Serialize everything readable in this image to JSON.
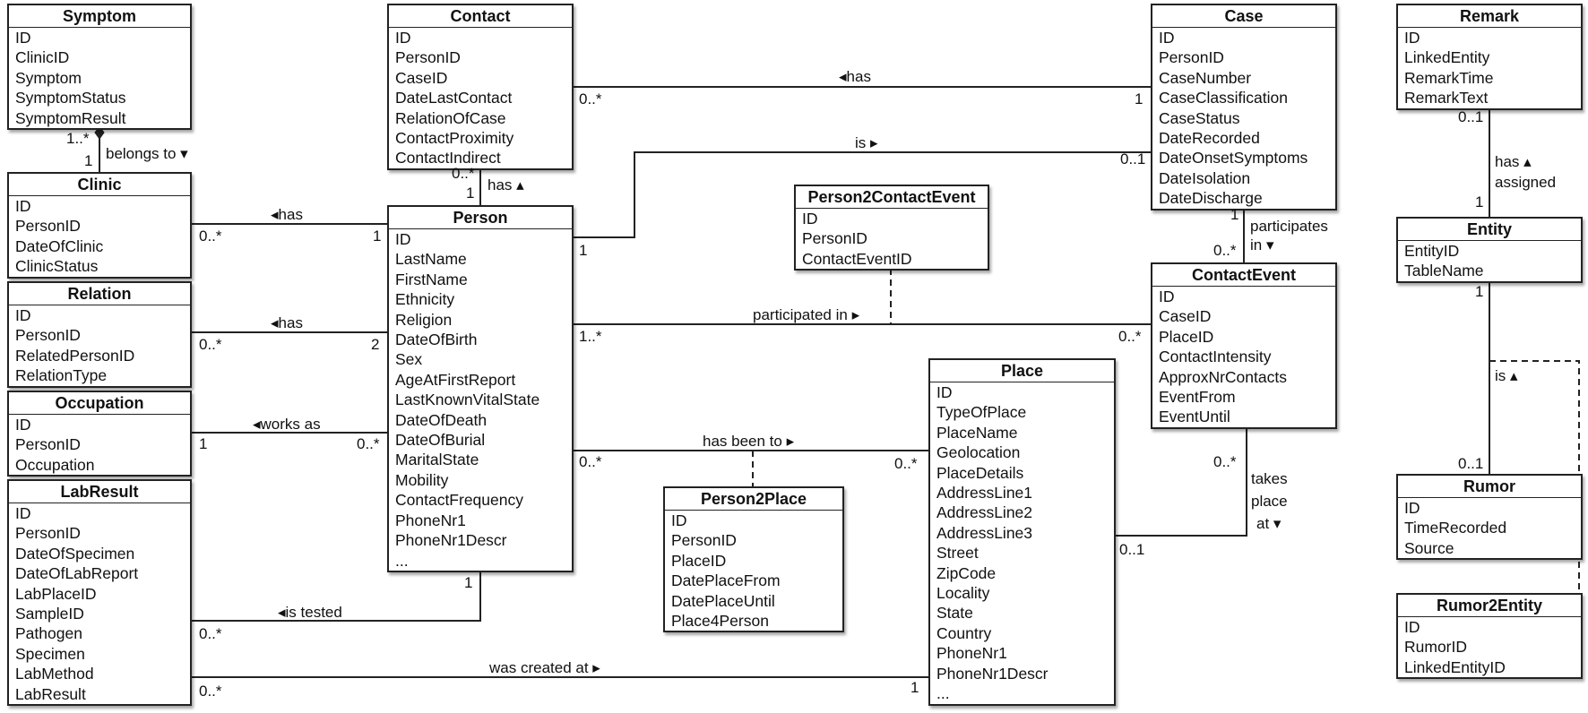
{
  "entities": [
    {
      "id": "symptom",
      "title": "Symptom",
      "attrs": [
        "ID",
        "ClinicID",
        "Symptom",
        "SymptomStatus",
        "SymptomResult"
      ]
    },
    {
      "id": "clinic",
      "title": "Clinic",
      "attrs": [
        "ID",
        "PersonID",
        "DateOfClinic",
        "ClinicStatus"
      ]
    },
    {
      "id": "relation",
      "title": "Relation",
      "attrs": [
        "ID",
        "PersonID",
        "RelatedPersonID",
        "RelationType"
      ]
    },
    {
      "id": "occupation",
      "title": "Occupation",
      "attrs": [
        "ID",
        "PersonID",
        "Occupation"
      ]
    },
    {
      "id": "labresult",
      "title": "LabResult",
      "attrs": [
        "ID",
        "PersonID",
        "DateOfSpecimen",
        "DateOfLabReport",
        "LabPlaceID",
        "SampleID",
        "Pathogen",
        "Specimen",
        "LabMethod",
        "LabResult"
      ]
    },
    {
      "id": "contact",
      "title": "Contact",
      "attrs": [
        "ID",
        "PersonID",
        "CaseID",
        "DateLastContact",
        "RelationOfCase",
        "ContactProximity",
        "ContactIndirect"
      ]
    },
    {
      "id": "person",
      "title": "Person",
      "attrs": [
        "ID",
        "LastName",
        "FirstName",
        "Ethnicity",
        "Religion",
        "DateOfBirth",
        "Sex",
        "AgeAtFirstReport",
        "LastKnownVitalState",
        "DateOfDeath",
        "DateOfBurial",
        "MaritalState",
        "Mobility",
        "ContactFrequency",
        "PhoneNr1",
        "PhoneNr1Descr",
        "..."
      ]
    },
    {
      "id": "person2contactevent",
      "title": "Person2ContactEvent",
      "attrs": [
        "ID",
        "PersonID",
        "ContactEventID"
      ]
    },
    {
      "id": "person2place",
      "title": "Person2Place",
      "attrs": [
        "ID",
        "PersonID",
        "PlaceID",
        "DatePlaceFrom",
        "DatePlaceUntil",
        "Place4Person"
      ]
    },
    {
      "id": "place",
      "title": "Place",
      "attrs": [
        "ID",
        "TypeOfPlace",
        "PlaceName",
        "Geolocation",
        "PlaceDetails",
        "AddressLine1",
        "AddressLine2",
        "AddressLine3",
        "Street",
        "ZipCode",
        "Locality",
        "State",
        "Country",
        "PhoneNr1",
        "PhoneNr1Descr",
        "..."
      ]
    },
    {
      "id": "case",
      "title": "Case",
      "attrs": [
        "ID",
        "PersonID",
        "CaseNumber",
        "CaseClassification",
        "CaseStatus",
        "DateRecorded",
        "DateOnsetSymptoms",
        "DateIsolation",
        "DateDischarge"
      ]
    },
    {
      "id": "contactevent",
      "title": "ContactEvent",
      "attrs": [
        "ID",
        "CaseID",
        "PlaceID",
        "ContactIntensity",
        "ApproxNrContacts",
        "EventFrom",
        "EventUntil"
      ]
    },
    {
      "id": "remark",
      "title": "Remark",
      "attrs": [
        "ID",
        "LinkedEntity",
        "RemarkTime",
        "RemarkText"
      ]
    },
    {
      "id": "entity",
      "title": "Entity",
      "attrs": [
        "EntityID",
        "TableName"
      ]
    },
    {
      "id": "rumor",
      "title": "Rumor",
      "attrs": [
        "ID",
        "TimeRecorded",
        "Source"
      ]
    },
    {
      "id": "rumor2entity",
      "title": "Rumor2Entity",
      "attrs": [
        "ID",
        "RumorID",
        "LinkedEntityID"
      ]
    }
  ],
  "relations": [
    {
      "id": "belongs-to",
      "label": "belongs to ▾"
    },
    {
      "id": "clinic-has",
      "label": "◂has"
    },
    {
      "id": "relation-has",
      "label": "◂has"
    },
    {
      "id": "works-as",
      "label": "◂works as"
    },
    {
      "id": "is-tested",
      "label": "◂is tested"
    },
    {
      "id": "was-created-at",
      "label": "was created at ▸"
    },
    {
      "id": "contact-has",
      "label": "has ▴"
    },
    {
      "id": "case-has",
      "label": "◂has"
    },
    {
      "id": "is",
      "label": "is ▸"
    },
    {
      "id": "participated-in",
      "label": "participated in ▸"
    },
    {
      "id": "has-been-to",
      "label": "has been to ▸"
    },
    {
      "id": "participates-in-1",
      "label": "participates"
    },
    {
      "id": "participates-in-2",
      "label": "in ▾"
    },
    {
      "id": "takes-place-1",
      "label": "takes"
    },
    {
      "id": "takes-place-2",
      "label": "place"
    },
    {
      "id": "takes-place-3",
      "label": "at ▾"
    },
    {
      "id": "has-assigned-1",
      "label": "has ▴"
    },
    {
      "id": "has-assigned-2",
      "label": "assigned"
    },
    {
      "id": "rumor-is",
      "label": "is ▴"
    }
  ],
  "multiplicities": {
    "symptom_clinic_a": "1..*",
    "symptom_clinic_b": "1",
    "clinic_person_a": "0..*",
    "clinic_person_b": "1",
    "relation_person_a": "0..*",
    "relation_person_b": "2",
    "occupation_person_a": "1",
    "occupation_person_b": "0..*",
    "labresult_person_a": "0..*",
    "labresult_person_b": "1",
    "labresult_place_a": "0..*",
    "labresult_place_b": "1",
    "contact_person_a": "0..*",
    "contact_person_b": "1",
    "contact_case_a": "0..*",
    "contact_case_b": "1",
    "person_case_a": "1",
    "person_case_b": "0..1",
    "person_ce_a": "1..*",
    "person_ce_b": "0..*",
    "person_place_a": "0..*",
    "person_place_b": "0..*",
    "case_ce_a": "1",
    "case_ce_b": "0..*",
    "ce_place_a": "0..*",
    "ce_place_b": "0..1",
    "remark_entity_a": "0..1",
    "remark_entity_b": "1",
    "entity_rumor_a": "1",
    "entity_rumor_b": "0..1"
  }
}
